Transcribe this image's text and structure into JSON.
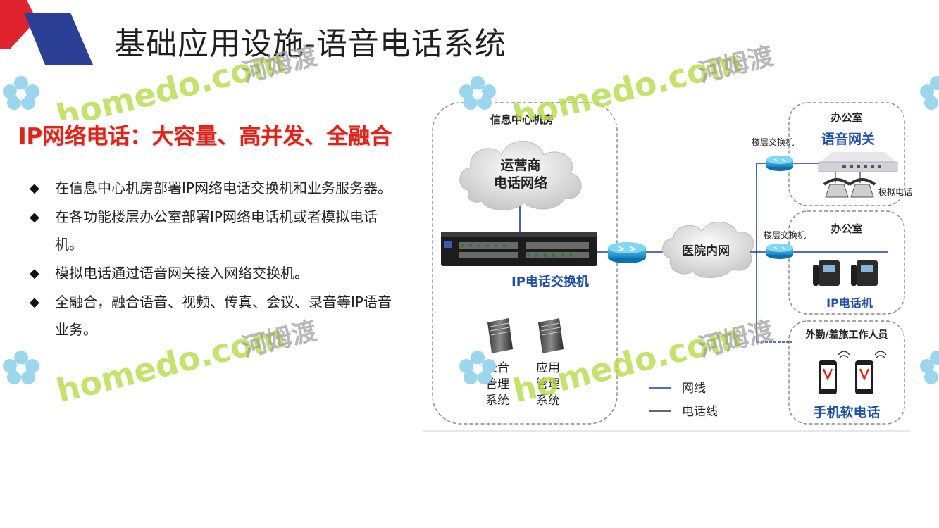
{
  "slide": {
    "title": "基础应用设施-语音电话系统",
    "subtitle": "IP网络电话：大容量、高并发、全融合",
    "bullets": [
      "在信息中心机房部署IP网络电话交换机和业务服务器。",
      "在各功能楼层办公室部署IP网络电话机或者模拟电话机。",
      "模拟电话通过语音网关接入网络交换机。",
      "全融合，融合语音、视频、传真、会议、录音等IP语音业务。"
    ],
    "bullet_marker": "◆"
  },
  "diagram": {
    "datacenter_label": "信息中心机房",
    "carrier_cloud_line1": "运营商",
    "carrier_cloud_line2": "电话网络",
    "ip_pbx_label": "IP电话交换机",
    "recording_line1": "录音",
    "recording_line2": "管理",
    "recording_line3": "系统",
    "application_line1": "应用",
    "application_line2": "管理",
    "application_line3": "系统",
    "hospital_lan_label": "医院内网",
    "office1_label": "办公室",
    "floor_switch1_label": "楼层交换机",
    "voice_gateway_label": "语音网关",
    "analog_phone_label": "模拟电话",
    "office2_label": "办公室",
    "floor_switch2_label": "楼层交换机",
    "ip_phone_label": "IP电话机",
    "remote_workers_label": "外勤/差旅工作人员",
    "softphone_label": "手机软电话",
    "legend_network": "网线",
    "legend_phone": "电话线"
  },
  "watermark": {
    "text_latin": "homedo.com",
    "text_cn": "河姆渡"
  },
  "colors": {
    "title_text": "#1f1f1f",
    "subtitle_red": "#e0231a",
    "label_blue": "#1f4fa8",
    "network_line": "#1f3fa0",
    "phone_line": "#333333",
    "deco_red": "#e0232f",
    "deco_blue": "#2b3f94",
    "watermark_green": "#b6d94a",
    "watermark_gray": "#9a9a9a"
  }
}
